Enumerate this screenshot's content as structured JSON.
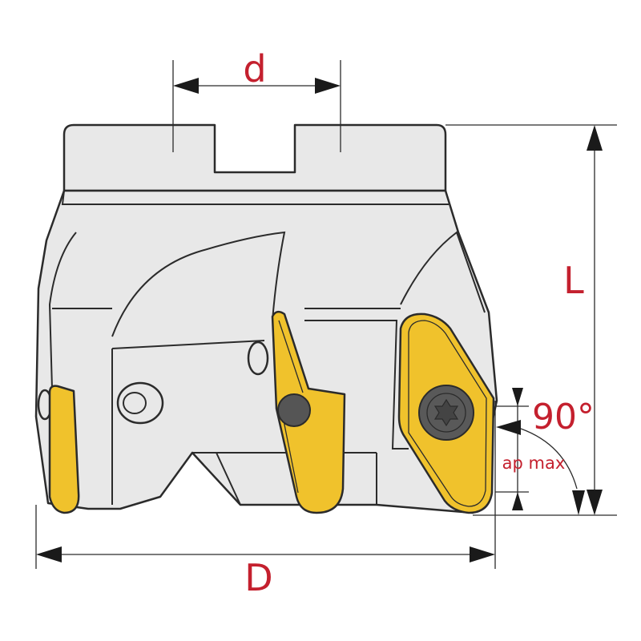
{
  "title": "Square shoulder face mill dimension drawing",
  "labels": {
    "bore_diameter": "d",
    "height": "L",
    "cutter_diameter": "D",
    "angle": "90°",
    "depth_of_cut": "ap max"
  },
  "colors": {
    "label_red": "#c4202e",
    "insert_yellow": "#f0c22c",
    "body_grey": "#e8e8e8",
    "outline": "#2b2b2b"
  }
}
